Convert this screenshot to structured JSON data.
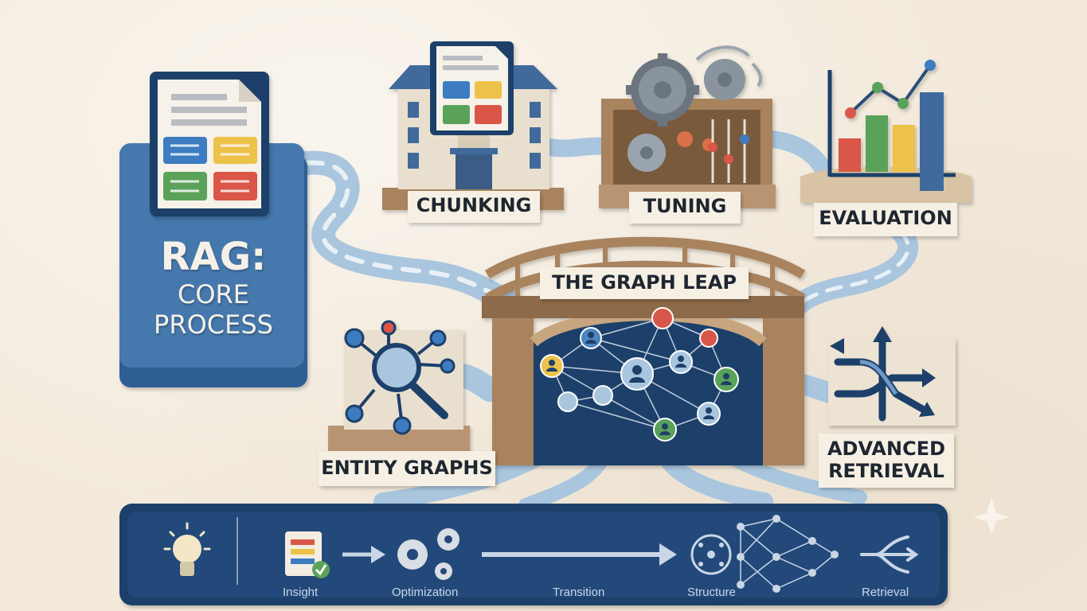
{
  "core": {
    "line1": "RAG:",
    "line2": "CORE",
    "line3": "PROCESS"
  },
  "stages": {
    "chunking": "CHUNKING",
    "tuning": "TUNING",
    "evaluation": "EVALUATION",
    "graph_leap": "THE GRAPH LEAP",
    "entity_graphs": "ENTITY GRAPHS",
    "advanced_line1": "ADVANCED",
    "advanced_line2": "RETRIEVAL"
  },
  "strip": {
    "insight": "Insight",
    "optimization": "Optimization",
    "transition": "Transition",
    "structure": "Structure",
    "retrieval": "Retrieval"
  },
  "colors": {
    "navy": "#1f3f6a",
    "core_blue": "#3f73a8",
    "paper": "#f3eadc",
    "wood": "#a9835d",
    "river": "#a9c6de",
    "green": "#5aa25a",
    "yellow": "#e8c04a",
    "red": "#d9574a",
    "blue_node": "#4a86c0"
  },
  "icons": [
    "document-icon",
    "building-icon",
    "gear-icon",
    "bar-chart-icon",
    "bridge-icon",
    "network-icon",
    "magnifier-graph-icon",
    "arrows-icon",
    "lightbulb-icon",
    "checklist-icon"
  ]
}
